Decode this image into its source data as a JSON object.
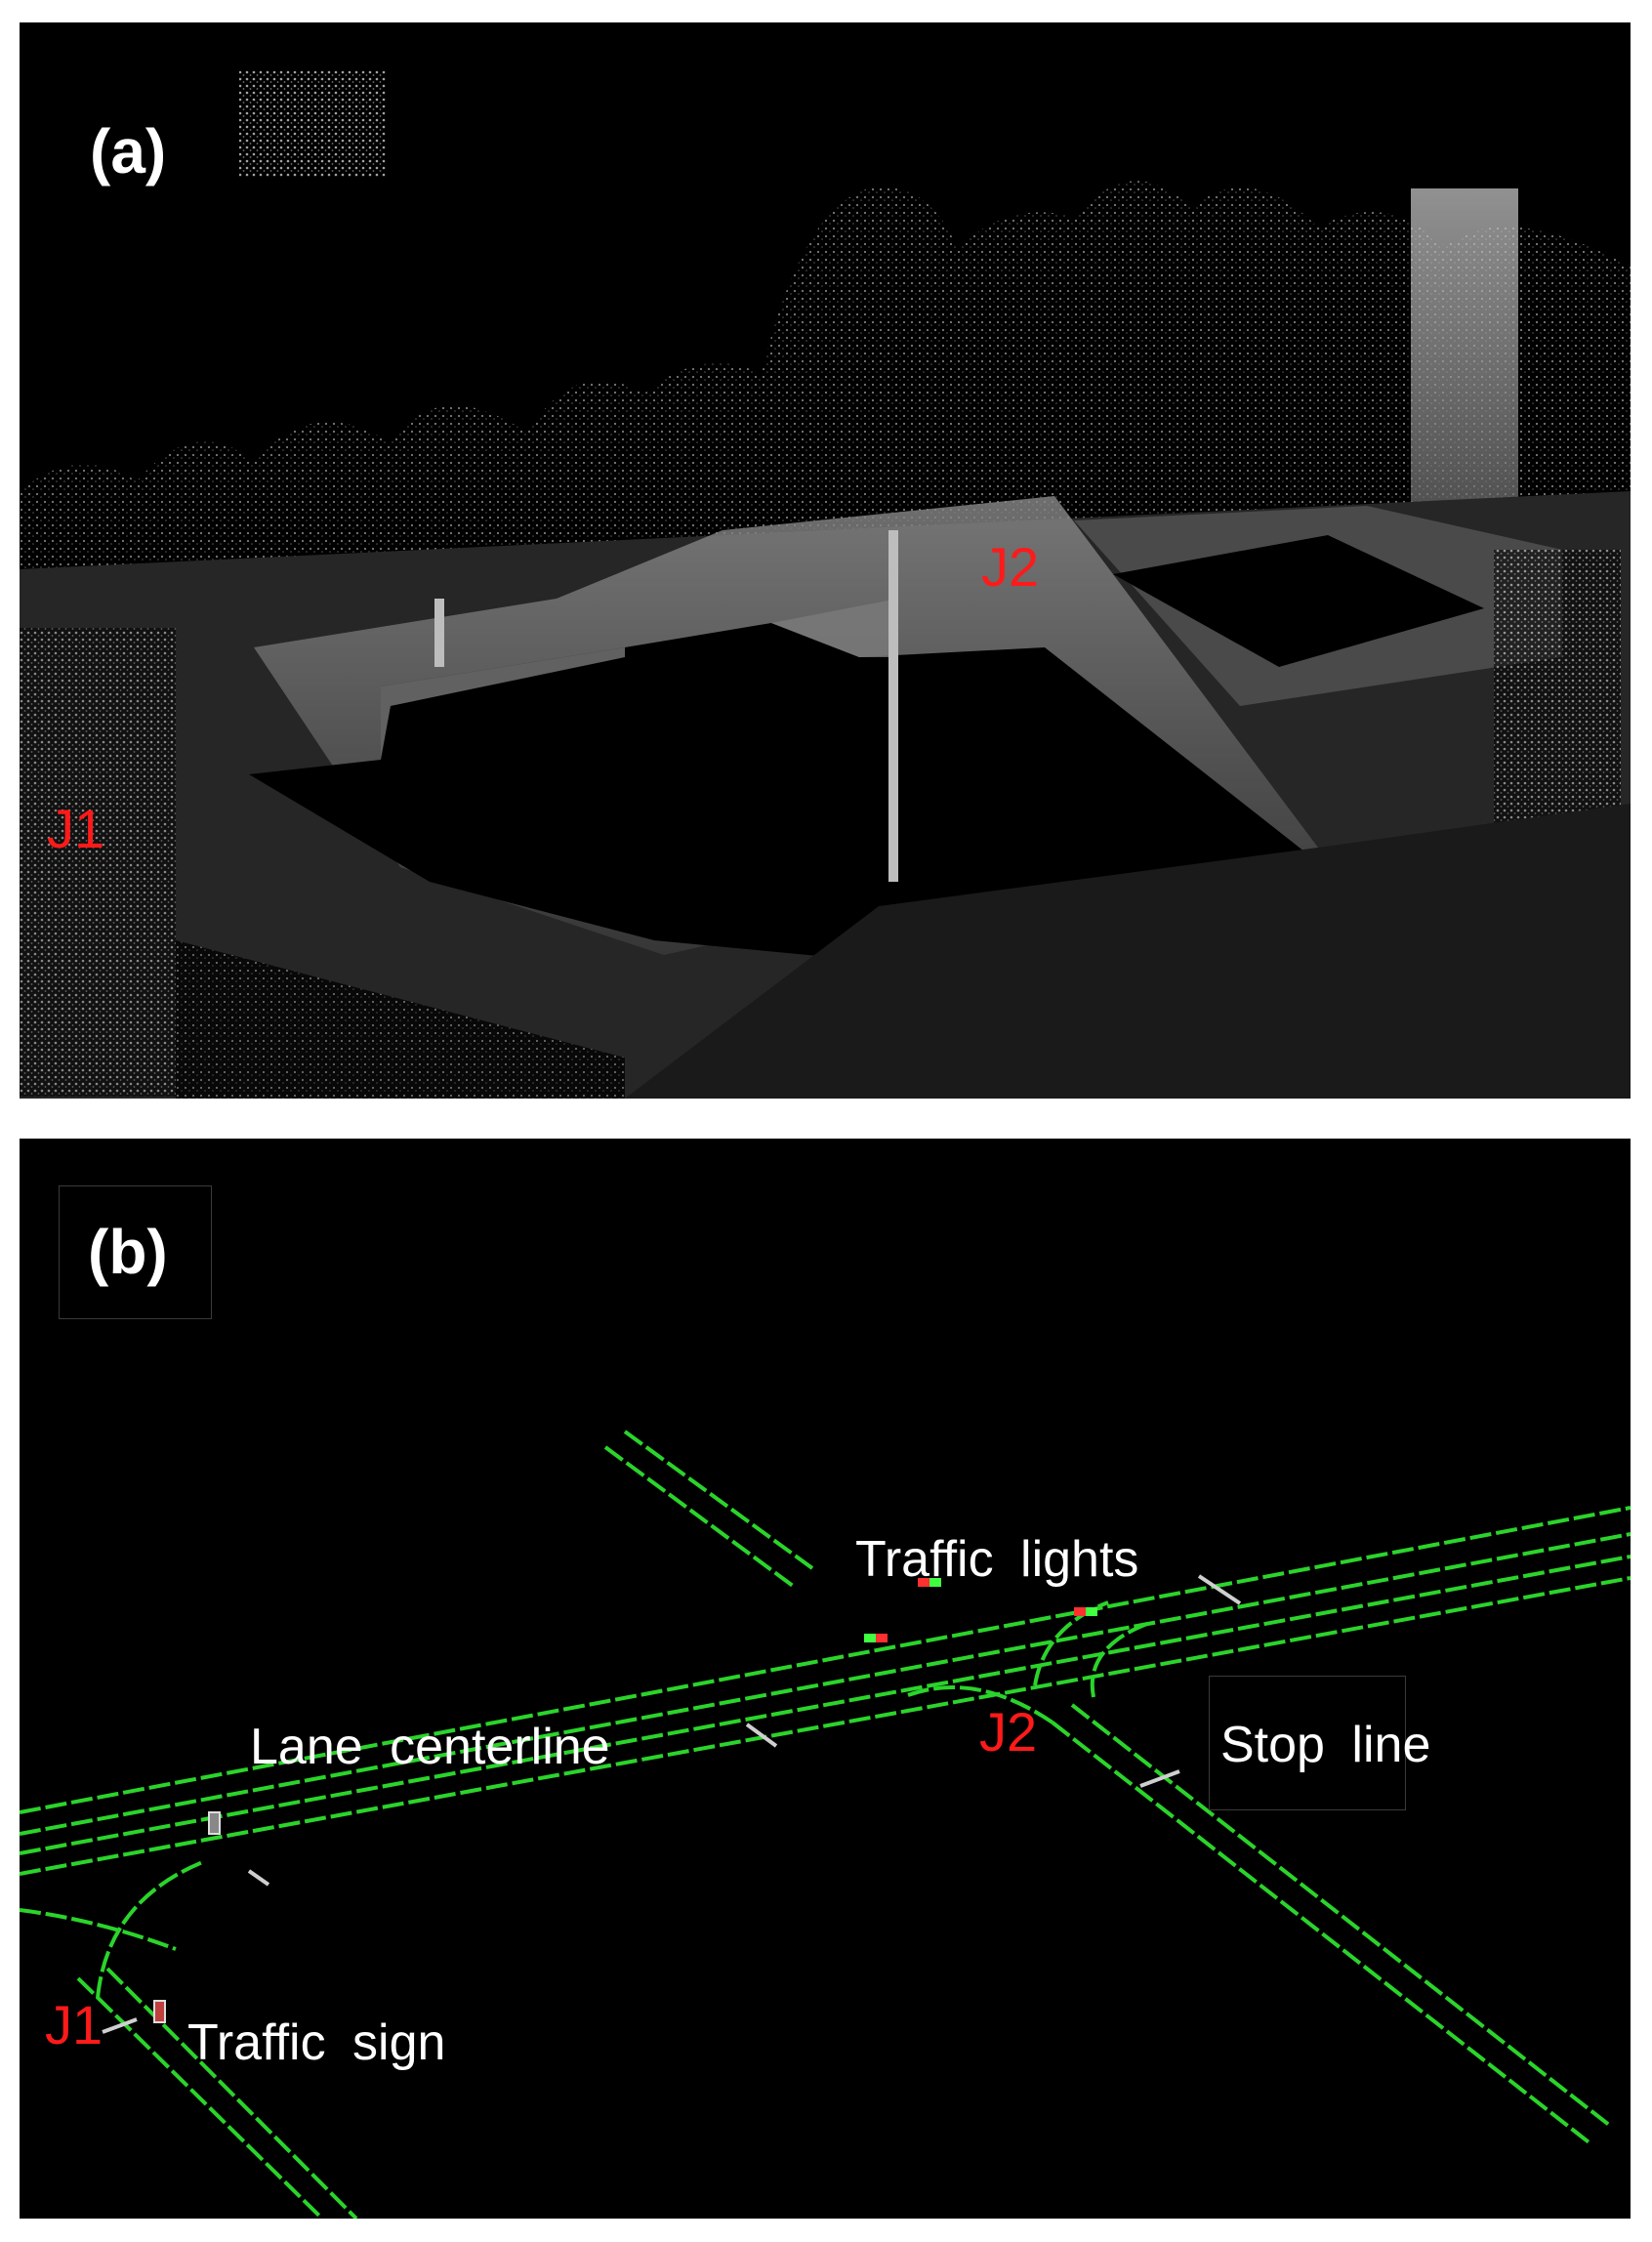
{
  "panel_a": {
    "label": "(a)",
    "junction_1": "J1",
    "junction_2": "J2"
  },
  "panel_b": {
    "label": "(b)",
    "junction_1": "J1",
    "junction_2": "J2",
    "traffic_lights": "Traffic lights",
    "lane_centerline": "Lane centerline",
    "stop_line": "Stop line",
    "traffic_sign": "Traffic sign"
  },
  "colors": {
    "lane": "#2bd42b",
    "junction_label": "#ff1a1a",
    "background": "#000000"
  }
}
